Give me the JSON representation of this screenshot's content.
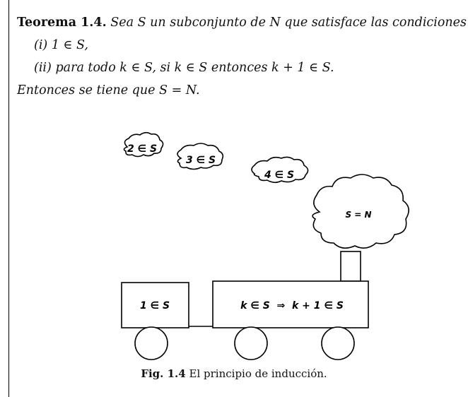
{
  "theorem": {
    "label": "Teorema 1.4.",
    "statement": "Sea S un subconjunto de N que satisface las condiciones",
    "cond_i_num": "(i)",
    "cond_i": "1 ∈ S,",
    "cond_ii_num": "(ii)",
    "cond_ii": "para todo k ∈ S, si k ∈ S entonces k + 1 ∈ S.",
    "conclusion": "Entonces se tiene que S = N."
  },
  "figure": {
    "clouds": [
      "2 ∈ S",
      "3 ∈ S",
      "4 ∈ S",
      "S = N"
    ],
    "wagon_label": "1 ∈ S",
    "engine_label": "k ∈ S  ⇒  k + 1 ∈ S",
    "caption_num": "Fig. 1.4",
    "caption_text": "El principio de inducción."
  }
}
